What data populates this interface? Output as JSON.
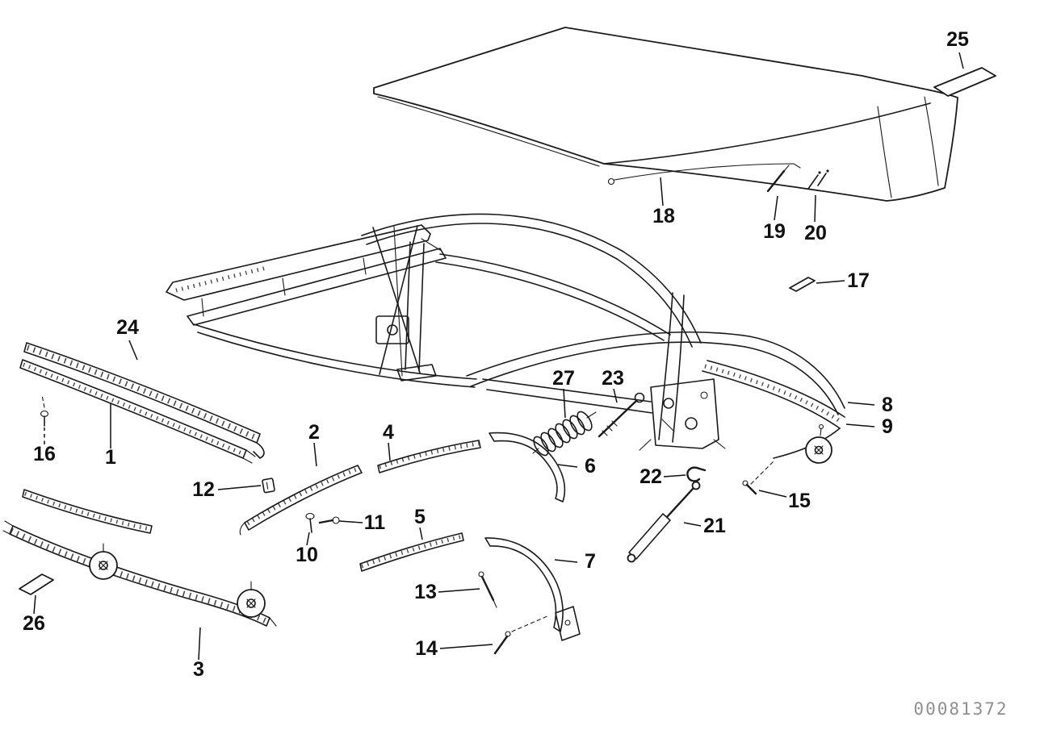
{
  "meta": {
    "background_color": "#ffffff",
    "ink_color": "#1a1a1a",
    "watermark_color": "#8f8f8f"
  },
  "diagram": {
    "drawing_number": "00081372",
    "callouts": [
      {
        "label": "1"
      },
      {
        "label": "2"
      },
      {
        "label": "3"
      },
      {
        "label": "4"
      },
      {
        "label": "5"
      },
      {
        "label": "6"
      },
      {
        "label": "7"
      },
      {
        "label": "8"
      },
      {
        "label": "9"
      },
      {
        "label": "10"
      },
      {
        "label": "11"
      },
      {
        "label": "12"
      },
      {
        "label": "13"
      },
      {
        "label": "14"
      },
      {
        "label": "15"
      },
      {
        "label": "16"
      },
      {
        "label": "17"
      },
      {
        "label": "18"
      },
      {
        "label": "19"
      },
      {
        "label": "20"
      },
      {
        "label": "21"
      },
      {
        "label": "22"
      },
      {
        "label": "23"
      },
      {
        "label": "24"
      },
      {
        "label": "25"
      },
      {
        "label": "26"
      },
      {
        "label": "27"
      }
    ]
  }
}
